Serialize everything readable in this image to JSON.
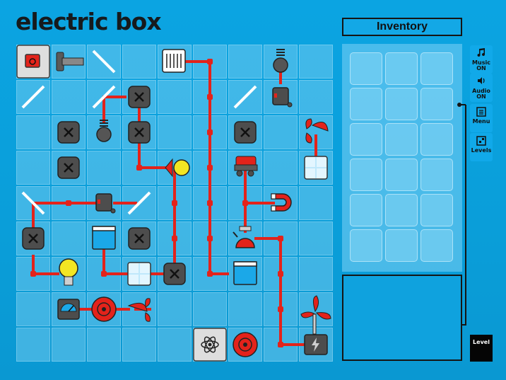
{
  "app": {
    "title": "electric box"
  },
  "inventory": {
    "title": "Inventory",
    "slot_rows": 6,
    "slot_cols": 3
  },
  "sidebar": {
    "music": {
      "line1": "Music",
      "line2": "ON",
      "icon": "music-note-icon"
    },
    "audio": {
      "line1": "Audio",
      "line2": "ON",
      "icon": "speaker-icon"
    },
    "menu": {
      "label": "Menu",
      "icon": "menu-icon"
    },
    "levels": {
      "label": "Levels",
      "icon": "levels-icon"
    },
    "level": {
      "label": "Level"
    }
  },
  "colors": {
    "wire": "#e3231b",
    "grid_cell": "#82d2f5",
    "background": "#0ba4e2",
    "dark": "#151515"
  }
}
